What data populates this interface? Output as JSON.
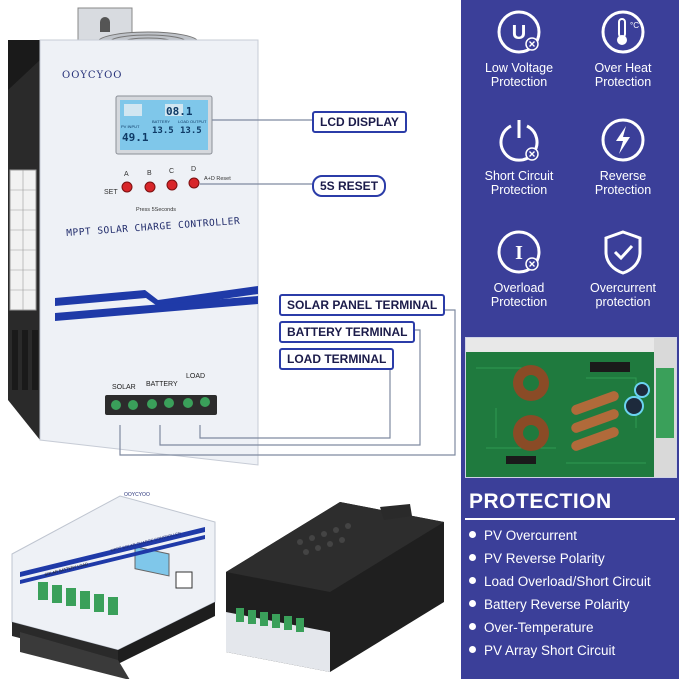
{
  "device": {
    "brand": "OOYCYOO",
    "title": "MPPT SOLAR CHARGE CONTROLLER",
    "set_label": "SET",
    "buttons": [
      "A",
      "B",
      "C",
      "D"
    ],
    "reset_hint": "A+D Reset",
    "press_hint": "Press 5Seconds",
    "terminals": [
      "SOLAR",
      "BATTERY",
      "LOAD"
    ],
    "lcd": {
      "pv_reading": "49.1",
      "battery_reading": "13.5",
      "load_reading": "13.5",
      "top_reading": "08.1",
      "pv_label": "PV INPUT",
      "battery_label": "BATTERY",
      "load_label": "LOAD OUTPUT"
    }
  },
  "callouts": {
    "lcd": "LCD DISPLAY",
    "reset": "5S RESET",
    "solar": "SOLAR PANEL TERMINAL",
    "battery": "BATTERY TERMINAL",
    "load": "LOAD TERMINAL"
  },
  "protections": [
    {
      "icon": "low-voltage-icon",
      "line1": "Low Voltage",
      "line2": "Protection"
    },
    {
      "icon": "over-heat-icon",
      "line1": "Over Heat",
      "line2": "Protection"
    },
    {
      "icon": "short-circuit-icon",
      "line1": "Short Circuit",
      "line2": "Protection"
    },
    {
      "icon": "reverse-icon",
      "line1": "Reverse",
      "line2": "Protection"
    },
    {
      "icon": "overload-icon",
      "line1": "Overload",
      "line2": "Protection"
    },
    {
      "icon": "overcurrent-shield-icon",
      "line1": "Overcurrent",
      "line2": "protection"
    }
  ],
  "protection_list": {
    "title": "PROTECTION",
    "items": [
      "PV Overcurrent",
      "PV Reverse Polarity",
      "Load Overload/Short Circuit",
      "Battery Reverse Polarity",
      "Over-Temperature",
      "PV Array Short Circuit"
    ]
  },
  "bottom_photo": {
    "brand": "OOYCYOO",
    "title": "MPPT SOLAR CHARGE CONTROLLER",
    "terminals_label": "SOLAR BATTERY LOAD"
  },
  "colors": {
    "panel_blue": "#3b3f99",
    "stripe_blue": "#1f3aa8",
    "device_white": "#eef1f6",
    "device_black": "#1a1a1a",
    "terminal_green": "#3aa05a",
    "button_red": "#d8262a"
  }
}
